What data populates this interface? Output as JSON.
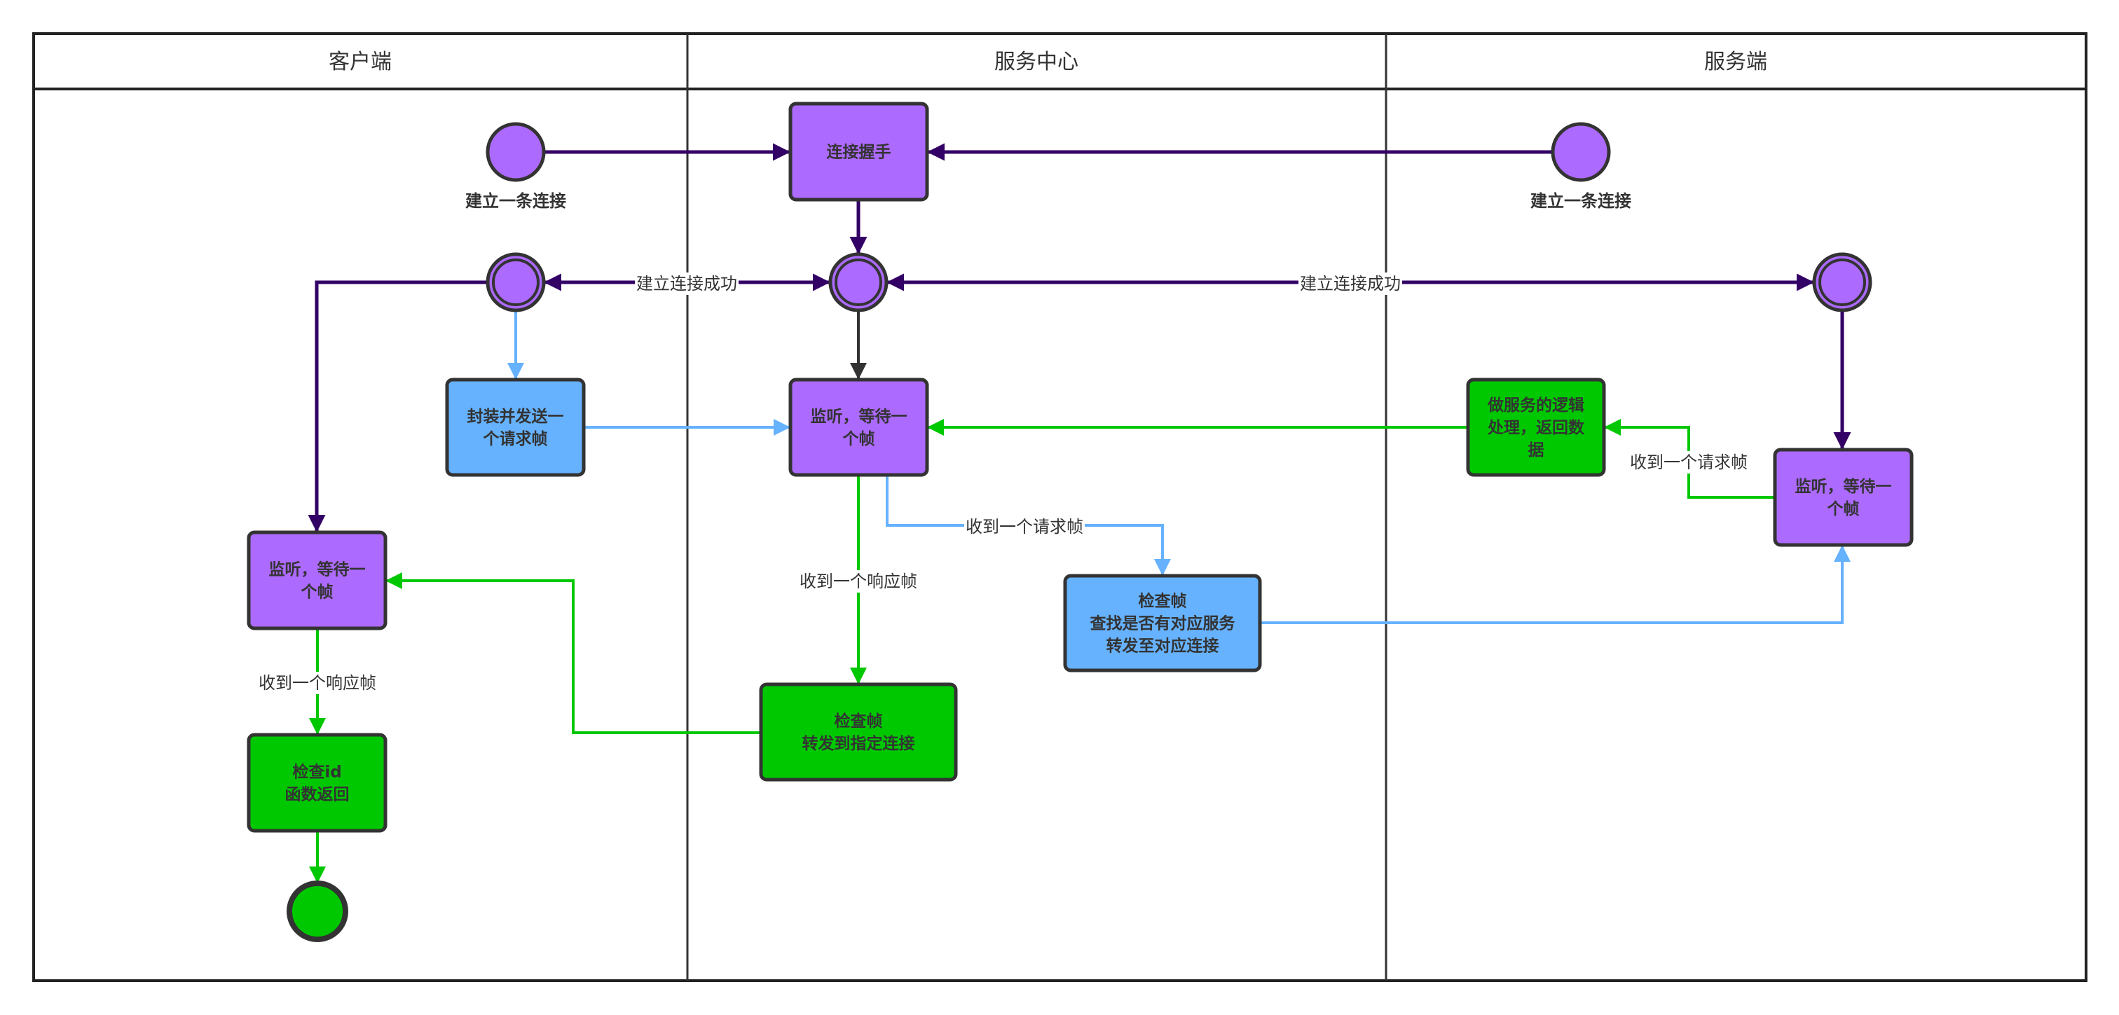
{
  "diagram": {
    "type": "swimlane-activity",
    "colors": {
      "purple_fill": "#AD6AFF",
      "blue_fill": "#66B2FF",
      "green_fill": "#00C800",
      "node_stroke": "#333333",
      "edge_dark_purple": "#330066",
      "edge_blue": "#66B2FF",
      "edge_green": "#00C800",
      "edge_gray": "#333333",
      "lane_border": "#333333"
    },
    "lanes": [
      {
        "id": "client",
        "title": "客户端"
      },
      {
        "id": "center",
        "title": "服务中心"
      },
      {
        "id": "server",
        "title": "服务端"
      }
    ],
    "nodes": [
      {
        "id": "client_start",
        "kind": "start",
        "lane": "client",
        "label": "建立一条连接",
        "fill": "purple"
      },
      {
        "id": "server_start",
        "kind": "start",
        "lane": "server",
        "label": "建立一条连接",
        "fill": "purple"
      },
      {
        "id": "handshake",
        "kind": "action",
        "lane": "center",
        "lines": [
          "连接握手"
        ],
        "fill": "purple"
      },
      {
        "id": "client_connected",
        "kind": "state",
        "lane": "client",
        "fill": "purple"
      },
      {
        "id": "center_connected",
        "kind": "state",
        "lane": "center",
        "fill": "purple"
      },
      {
        "id": "server_connected",
        "kind": "state",
        "lane": "server",
        "fill": "purple"
      },
      {
        "id": "client_send",
        "kind": "action",
        "lane": "client",
        "lines": [
          "封装并发送一",
          "个请求帧"
        ],
        "fill": "blue"
      },
      {
        "id": "center_listen",
        "kind": "action",
        "lane": "center",
        "lines": [
          "监听，等待一",
          "个帧"
        ],
        "fill": "purple"
      },
      {
        "id": "server_logic",
        "kind": "action",
        "lane": "server",
        "lines": [
          "做服务的逻辑",
          "处理，返回数",
          "据"
        ],
        "fill": "green"
      },
      {
        "id": "server_listen",
        "kind": "action",
        "lane": "server",
        "lines": [
          "监听，等待一",
          "个帧"
        ],
        "fill": "purple"
      },
      {
        "id": "client_listen",
        "kind": "action",
        "lane": "client",
        "lines": [
          "监听，等待一",
          "个帧"
        ],
        "fill": "purple"
      },
      {
        "id": "center_check_request",
        "kind": "action",
        "lane": "center",
        "lines": [
          "检查帧",
          "查找是否有对应服务",
          "转发至对应连接"
        ],
        "fill": "blue"
      },
      {
        "id": "center_check_response",
        "kind": "action",
        "lane": "center",
        "lines": [
          "检查帧",
          "转发到指定连接"
        ],
        "fill": "green"
      },
      {
        "id": "client_check_id",
        "kind": "action",
        "lane": "client",
        "lines": [
          "检查id",
          "函数返回"
        ],
        "fill": "green"
      },
      {
        "id": "client_end",
        "kind": "end",
        "lane": "client",
        "fill": "green"
      }
    ],
    "edges": [
      {
        "id": "e1",
        "from": "client_start",
        "to": "handshake",
        "color": "dark_purple",
        "label": ""
      },
      {
        "id": "e2",
        "from": "server_start",
        "to": "handshake",
        "color": "dark_purple",
        "label": ""
      },
      {
        "id": "e3",
        "from": "handshake",
        "to": "center_connected",
        "color": "dark_purple",
        "label": ""
      },
      {
        "id": "e4",
        "from": "center_connected",
        "to": "client_connected",
        "color": "dark_purple",
        "label": "建立连接成功",
        "bidirectional": true
      },
      {
        "id": "e5",
        "from": "center_connected",
        "to": "server_connected",
        "color": "dark_purple",
        "label": "建立连接成功",
        "bidirectional": true
      },
      {
        "id": "e6",
        "from": "client_connected",
        "to": "client_listen",
        "color": "dark_purple",
        "label": ""
      },
      {
        "id": "e7",
        "from": "client_connected",
        "to": "client_send",
        "color": "blue",
        "label": ""
      },
      {
        "id": "e8",
        "from": "center_connected",
        "to": "center_listen",
        "color": "gray",
        "label": ""
      },
      {
        "id": "e9",
        "from": "client_send",
        "to": "center_listen",
        "color": "blue",
        "label": ""
      },
      {
        "id": "e10",
        "from": "server_logic",
        "to": "center_listen",
        "color": "green",
        "label": ""
      },
      {
        "id": "e11",
        "from": "server_connected",
        "to": "server_listen",
        "color": "dark_purple",
        "label": ""
      },
      {
        "id": "e12",
        "from": "server_listen",
        "to": "server_logic",
        "color": "green",
        "label": "收到一个请求帧"
      },
      {
        "id": "e13",
        "from": "center_listen",
        "to": "center_check_request",
        "color": "blue",
        "label": "收到一个请求帧"
      },
      {
        "id": "e14",
        "from": "center_check_request",
        "to": "server_listen",
        "color": "blue",
        "label": ""
      },
      {
        "id": "e15",
        "from": "center_listen",
        "to": "center_check_response",
        "color": "green",
        "label": "收到一个响应帧"
      },
      {
        "id": "e16",
        "from": "center_check_response",
        "to": "client_listen",
        "color": "green",
        "label": ""
      },
      {
        "id": "e17",
        "from": "client_listen",
        "to": "client_check_id",
        "color": "green",
        "label": "收到一个响应帧"
      },
      {
        "id": "e18",
        "from": "client_check_id",
        "to": "client_end",
        "color": "green",
        "label": ""
      }
    ]
  }
}
